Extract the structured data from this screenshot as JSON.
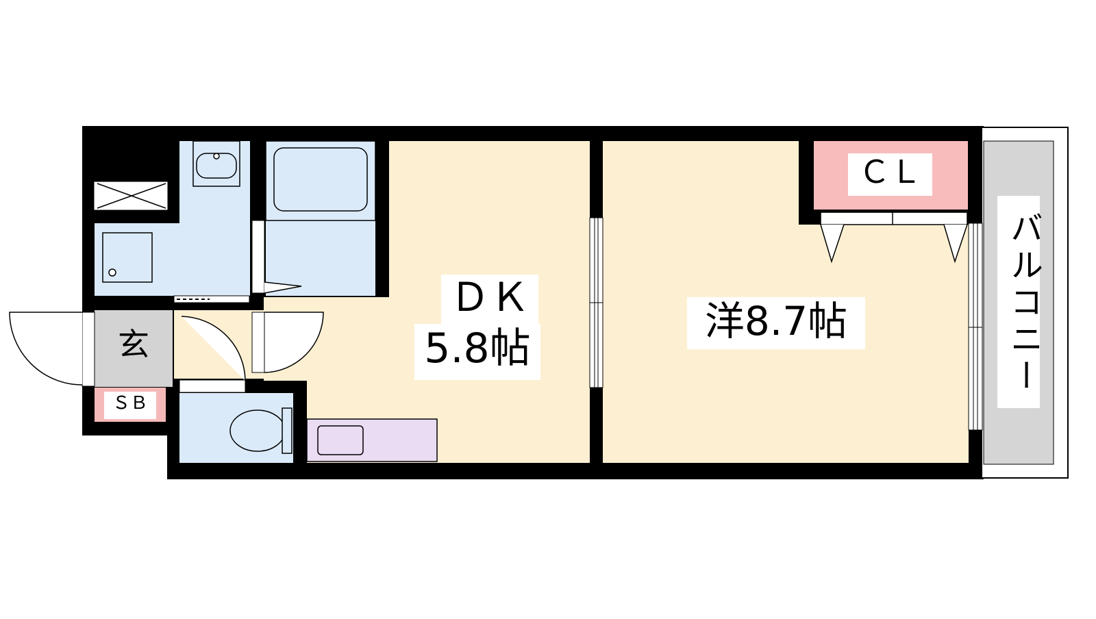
{
  "floorplan": {
    "rooms": {
      "dk": {
        "name": "ＤＫ",
        "size": "5.8帖"
      },
      "western": {
        "label": "洋8.7帖"
      },
      "closet": {
        "label": "ＣＬ"
      },
      "entrance": {
        "label": "玄"
      },
      "shoe_box": {
        "label": "ＳＢ"
      },
      "balcony": {
        "label": "バルコニー"
      }
    },
    "colors": {
      "wall": "#000000",
      "living_floor": "#fdf0d2",
      "wet_area": "#dbeaf9",
      "kitchen": "#eadcf2",
      "entrance_floor": "#d3d3d3",
      "closet": "#f9bcbc",
      "shoe_box": "#f6b9b9",
      "balcony": "#d5d5d5"
    }
  }
}
